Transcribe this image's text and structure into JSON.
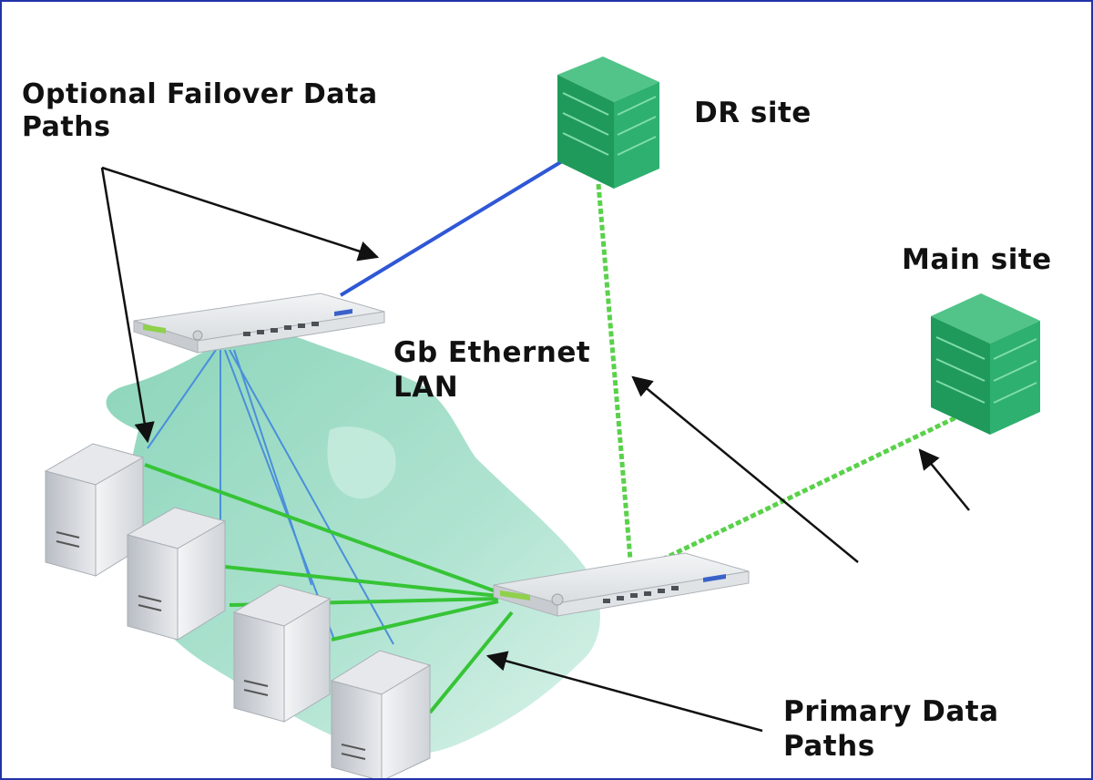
{
  "labels": {
    "failover": [
      "Optional Failover Data",
      "Paths"
    ],
    "dr_site": "DR site",
    "main_site": "Main site",
    "lan": [
      "Gb Ethernet",
      "LAN"
    ],
    "primary": [
      "Primary Data",
      "Paths"
    ]
  },
  "colors": {
    "border": "#2233aa",
    "lan_fill": "#8fd6bd",
    "primary_path": "#36c436",
    "wan_path": "#59d14a",
    "failover_path": "#2f57d6",
    "blue_link": "#4a8fdb",
    "storage": "#1f9a5a",
    "server": "#cfd3d8",
    "switch": "#e6e9ec",
    "arrow": "#111111"
  },
  "icons": {
    "storage": "storage-array-icon",
    "server": "server-tower-icon",
    "switch": "network-switch-icon"
  }
}
